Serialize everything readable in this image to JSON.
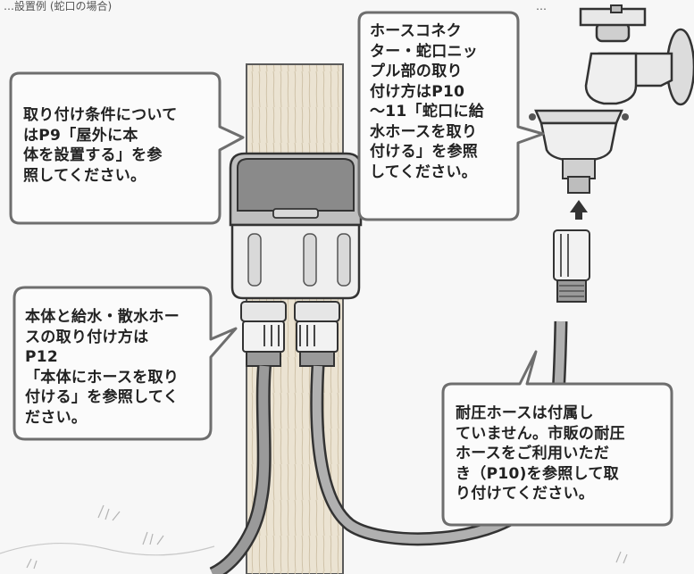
{
  "header_fragments": [
    "…設置例 (蛇口の場合)",
    "…"
  ],
  "callouts": {
    "install_conditions": "取り付け条件について\nはP9「屋外に本\n体を設置する」を参\n照してください。",
    "hose_connector": "ホースコネク\nター・蛇口ニッ\nプル部の取り\n付け方はP10\n～11「蛇口に給\n水ホースを取り\n付ける」を参照\nしてください。",
    "body_hose": "本体と給水・散水ホー\nスの取り付け方は\nP12\n「本体にホースを取り\n付ける」を参照してく\nださい。",
    "pressure_hose": "耐圧ホースは付属し\nていません。市販の耐圧\nホースをご利用いただ\nき（P10)を参照して取\nり付けてください。"
  },
  "colors": {
    "bubble_fill": "#fbfbfb",
    "bubble_stroke": "#6e6e6e",
    "line_art": "#333333",
    "gray_fill": "#c9c9c9",
    "light_fill": "#e6e6e6",
    "wood": "#ebe3d2"
  }
}
